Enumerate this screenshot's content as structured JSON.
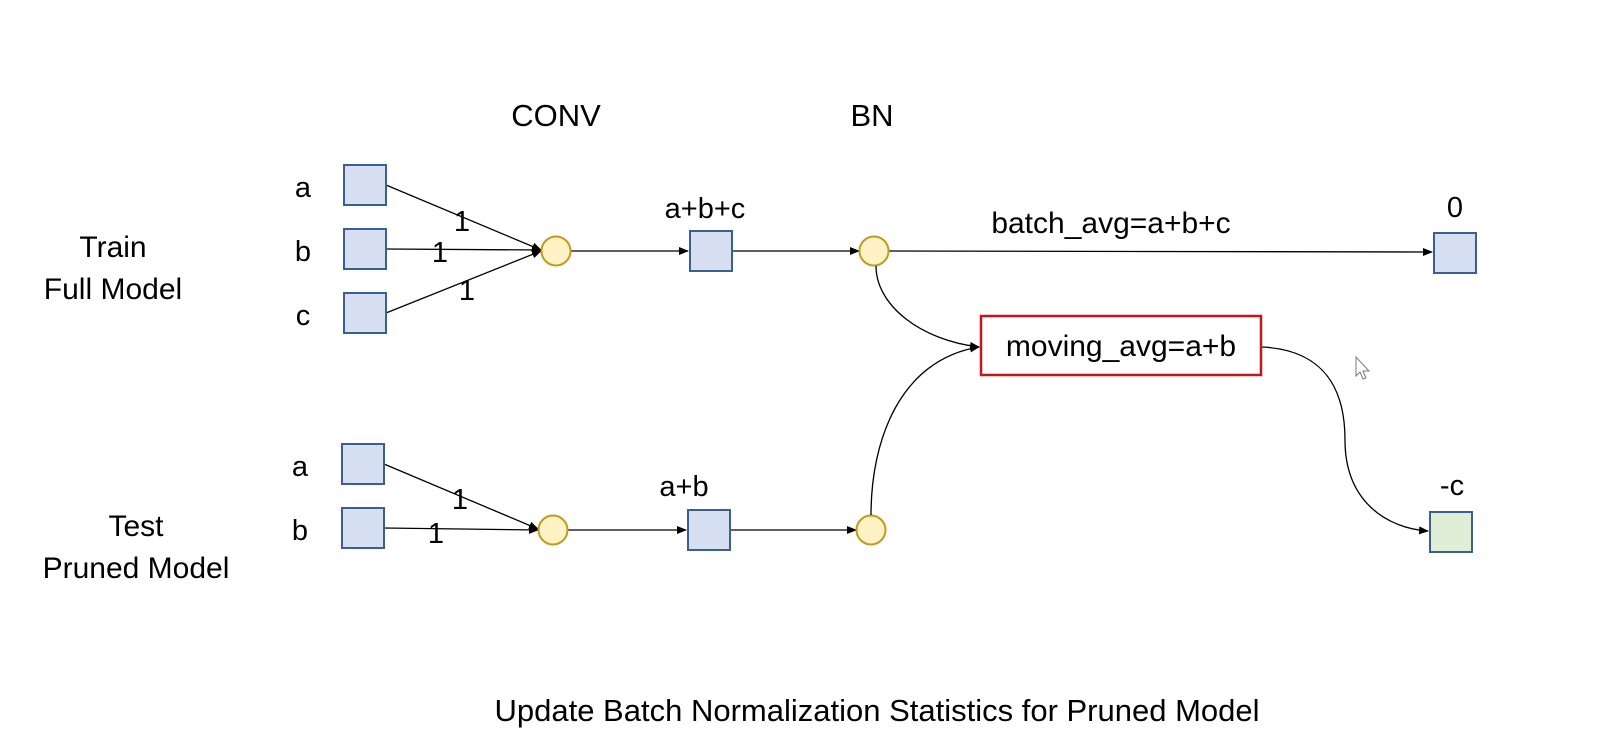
{
  "diagram": {
    "caption": "Update Batch Normalization Statistics for Pruned Model",
    "headers": {
      "conv": "CONV",
      "bn": "BN"
    },
    "rows": {
      "train": {
        "label_line1": "Train",
        "label_line2": "Full Model",
        "inputs": [
          "a",
          "b",
          "c"
        ],
        "weights": [
          "1",
          "1",
          "1"
        ],
        "conv_output": "a+b+c",
        "batch_label": "batch_avg=a+b+c",
        "result": "0"
      },
      "test": {
        "label_line1": "Test",
        "label_line2": "Pruned Model",
        "inputs": [
          "a",
          "b"
        ],
        "weights": [
          "1",
          "1"
        ],
        "conv_output": "a+b",
        "result": "-c"
      }
    },
    "moving_avg": "moving_avg=a+b",
    "colors": {
      "square_fill": "#d6e0f2",
      "square_stroke": "#3d5f8f",
      "result_test_fill": "#e0eed7",
      "circle_fill": "#fff3c6",
      "circle_stroke": "#c39a1e",
      "highlight_border": "#c3151c",
      "line": "#000000"
    },
    "icons": {
      "cursor": "mouse-pointer-icon"
    }
  }
}
